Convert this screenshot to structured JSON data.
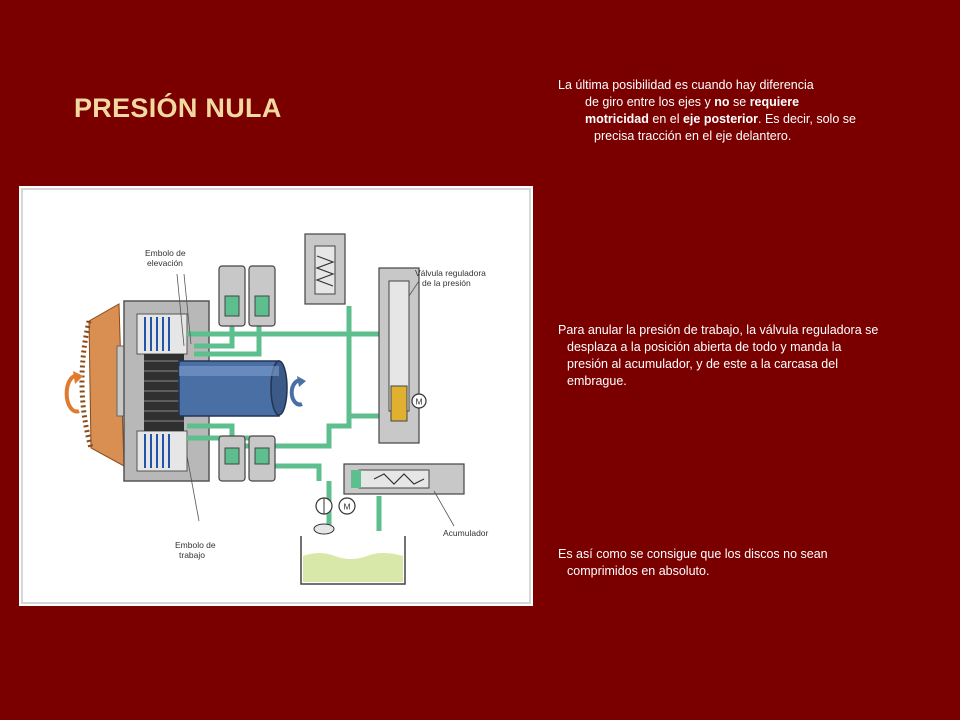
{
  "slide": {
    "title": "PRESIÓN NULA",
    "paragraph1": {
      "line1": "La última posibilidad es cuando hay diferencia",
      "line2a": "de giro entre los ejes y ",
      "line2b": "no",
      "line2c": " se ",
      "line2d": "requiere",
      "line3a": "motricidad",
      "line3b": " en el ",
      "line3c": "eje posterior",
      "line3d": ". Es decir, solo se",
      "line4": "precisa tracción en el eje delantero."
    },
    "paragraph2": {
      "line1": "Para anular la presión de trabajo, la válvula reguladora se",
      "line2": "desplaza a la posición abierta de todo y manda la",
      "line3": "presión al acumulador, y de este a la carcasa del",
      "line4": "embrague."
    },
    "paragraph3": {
      "line1": "Es así como se consigue que los discos no sean",
      "line2": "comprimidos en absoluto."
    }
  },
  "diagram": {
    "labels": {
      "embolo_elevacion_1": "Embolo de",
      "embolo_elevacion_2": "elevación",
      "valvula_1": "Válvula reguladora",
      "valvula_2": "de la presión",
      "embolo_trabajo_1": "Embolo de",
      "embolo_trabajo_2": "trabajo",
      "acumulador": "Acumulador",
      "motor_1": "M",
      "motor_2": "M"
    },
    "colors": {
      "hydraulic": "#5dbf8e",
      "housing": "#b8b8b8",
      "shaft": "#4a6fa5",
      "gear": "#d98e52",
      "arrow": "#e07a2e",
      "oil": "#d8e8a8"
    }
  }
}
